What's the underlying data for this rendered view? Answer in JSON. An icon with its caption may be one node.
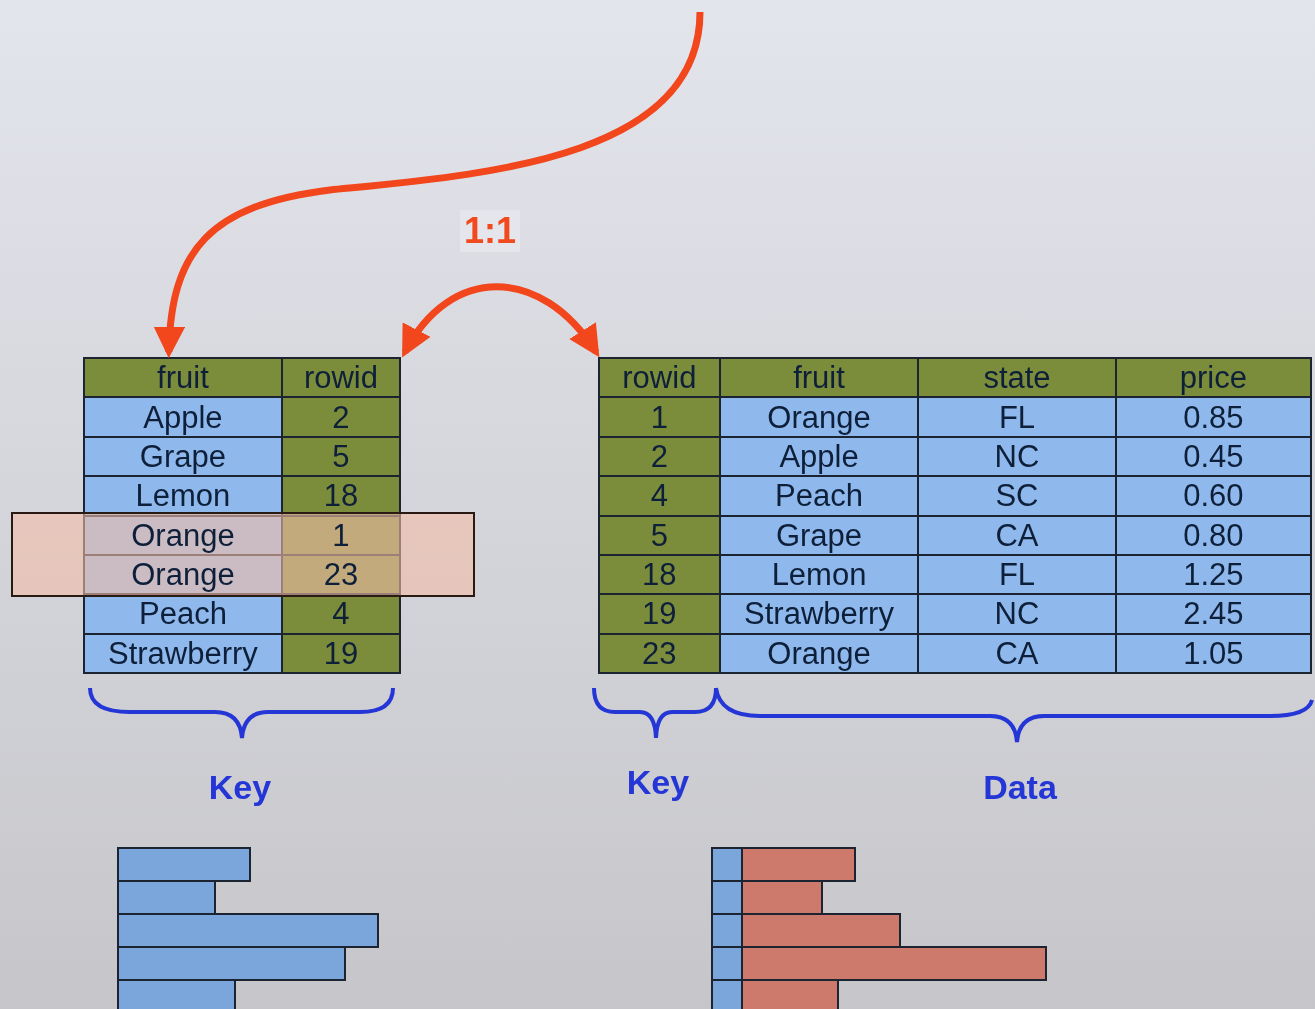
{
  "diagram": {
    "nodes": [
      {
        "text": [
          "fruit",
          "rowid",
          "Apple",
          "2",
          "Grape",
          "5",
          "Lemon",
          "18",
          "Orange",
          "1",
          "Orange",
          "23",
          "Peach",
          "4",
          "Strawberry",
          "19"
        ]
      },
      {
        "text": [
          "rowid",
          "fruit",
          "state",
          "price",
          "1",
          "Orange",
          "FL",
          "0.85",
          "2",
          "Apple",
          "NC",
          "0.45",
          "4",
          "Peach",
          "SC",
          "0.60",
          "5",
          "Grape",
          "CA",
          "0.80",
          "18",
          "Lemon",
          "FL",
          "1.25",
          "19",
          "Strawberry",
          "NC",
          "2.45",
          "23",
          "Orange",
          "CA",
          "1.05"
        ]
      }
    ],
    "edges": [
      {
        "from": null,
        "to": 0,
        "arrow": "to"
      },
      {
        "from": 0,
        "to": 1,
        "arrow": "both",
        "label": "1:1"
      }
    ],
    "labels": [
      "Key",
      "Key",
      "Data"
    ]
  }
}
